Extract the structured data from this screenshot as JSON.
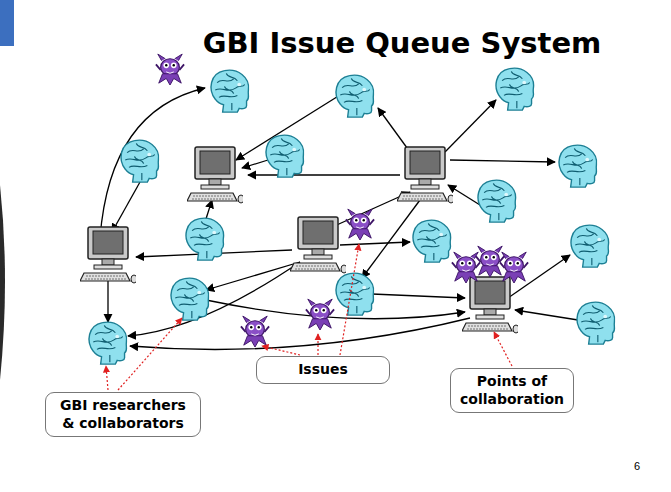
{
  "diagram": {
    "title": "GBI Issue Queue System",
    "nodes": [
      {
        "text": [
          "GBI researchers & collaborators"
        ]
      },
      {
        "text": [
          "Issues"
        ]
      },
      {
        "text": [
          "Points of collaboration"
        ]
      }
    ],
    "labels": [
      "6"
    ]
  }
}
